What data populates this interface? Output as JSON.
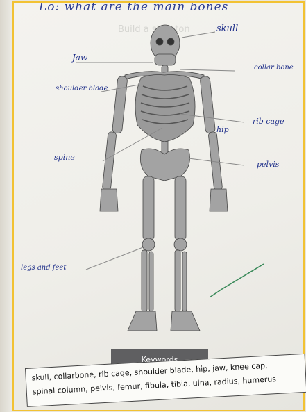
{
  "worksheet": {
    "heading": "Lo: what are the main bones",
    "faint_title": "Build a skeleton"
  },
  "labels": {
    "skull": "skull",
    "jaw": "Jaw",
    "collar_bone": "collar bone",
    "shoulder_blade": "shoulder blade",
    "rib_cage": "rib cage",
    "hip": "hip",
    "spine": "spine",
    "pelvis": "pelvis",
    "legs_and_feet": "legs and feet"
  },
  "keywords": {
    "title": "Keywords",
    "line1": "skull, collarbone, rib cage, shoulder blade, hip, jaw, knee cap,",
    "line2": "spinal column, pelvis, femur, fibula, tibia, ulna, radius, humerus"
  },
  "colors": {
    "ink": "#1f2f8a",
    "tick": "#3a8a5a",
    "bone": "#8a8a8a",
    "frame": "#f2c233"
  },
  "icons": {
    "check": "check-mark-icon"
  }
}
